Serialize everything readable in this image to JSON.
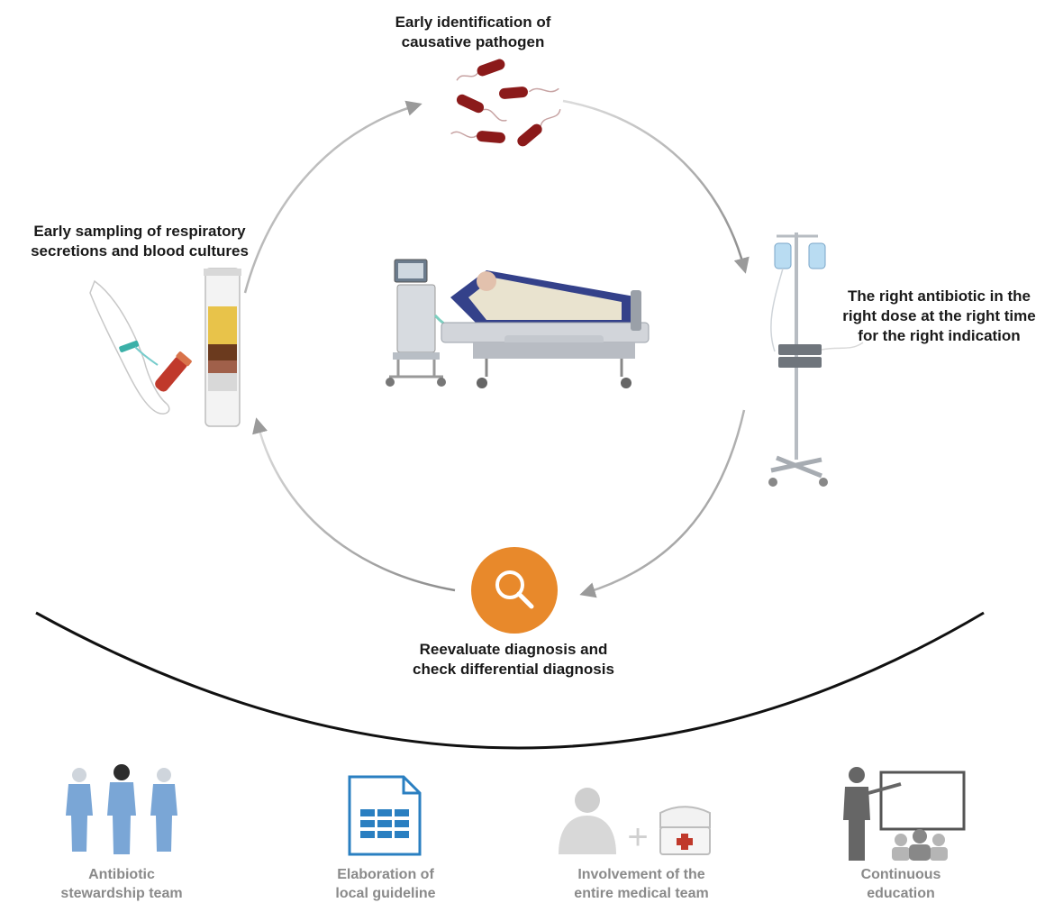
{
  "cycle": {
    "top_label": [
      "Early identification of",
      "causative pathogen"
    ],
    "left_label": [
      "Early sampling of respiratory",
      "secretions and blood cultures"
    ],
    "right_label": [
      "The right antibiotic in the",
      "right dose at the right time",
      "for the right indication"
    ],
    "bottom_label": [
      "Reevaluate diagnosis and",
      "check differential diagnosis"
    ]
  },
  "pillars": [
    {
      "icon": "medical-staff-icon",
      "label": [
        "Antibiotic",
        "stewardship team"
      ]
    },
    {
      "icon": "spreadsheet-document-icon",
      "label": [
        "Elaboration of",
        "local guideline"
      ]
    },
    {
      "icon": "doctor-plus-nurse-icon",
      "label": [
        "Involvement of the",
        "entire medical team"
      ]
    },
    {
      "icon": "teacher-presentation-icon",
      "label": [
        "Continuous",
        "education"
      ]
    }
  ],
  "colors": {
    "arrow": "#9a9a9a",
    "bacteria": "#8b1a1a",
    "magnifier": "#e8892b",
    "scrubs": "#7aa6d6",
    "document": "#2a7fc1",
    "pillar_text": "#8a8a8a"
  }
}
